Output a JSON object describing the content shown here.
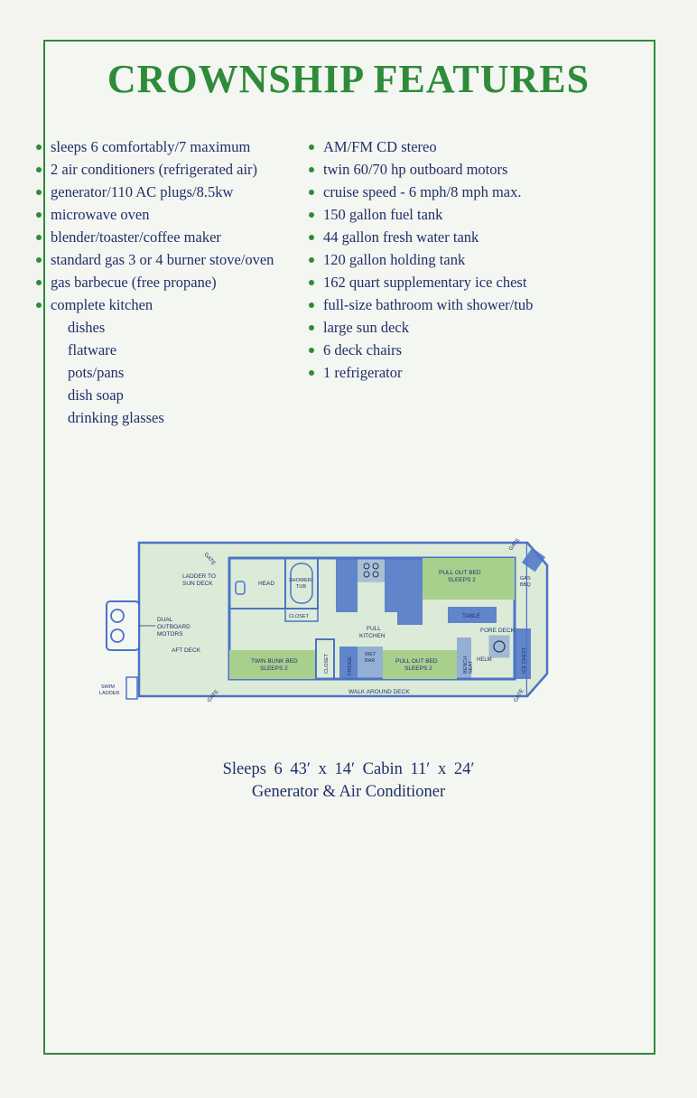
{
  "title": "CROWNSHIP FEATURES",
  "features_left": [
    {
      "text": "sleeps 6 comfortably/7 maximum",
      "bullet": true
    },
    {
      "text": "2 air conditioners (refrigerated air)",
      "bullet": true
    },
    {
      "text": "generator/110 AC plugs/8.5kw",
      "bullet": true
    },
    {
      "text": "microwave oven",
      "bullet": true
    },
    {
      "text": "blender/toaster/coffee maker",
      "bullet": true
    },
    {
      "text": "standard gas 3 or 4 burner stove/oven",
      "bullet": true
    },
    {
      "text": "gas barbecue (free propane)",
      "bullet": true
    },
    {
      "text": "complete kitchen",
      "bullet": true
    },
    {
      "text": "dishes",
      "bullet": false
    },
    {
      "text": "flatware",
      "bullet": false
    },
    {
      "text": "pots/pans",
      "bullet": false
    },
    {
      "text": "dish soap",
      "bullet": false
    },
    {
      "text": "drinking glasses",
      "bullet": false
    }
  ],
  "features_right": [
    {
      "text": "AM/FM CD stereo"
    },
    {
      "text": "twin 60/70 hp outboard motors"
    },
    {
      "text": "cruise speed - 6 mph/8 mph max."
    },
    {
      "text": "150 gallon fuel tank"
    },
    {
      "text": "44 gallon fresh water tank"
    },
    {
      "text": "120 gallon holding tank"
    },
    {
      "text": "162 quart supplementary ice chest"
    },
    {
      "text": "full-size bathroom with shower/tub"
    },
    {
      "text": "large sun deck"
    },
    {
      "text": "6 deck chairs"
    },
    {
      "text": "1 refrigerator"
    }
  ],
  "floor_plan": {
    "labels": {
      "gate_top_left": "GATE",
      "ladder_sun_deck_1": "LADDER TO",
      "ladder_sun_deck_2": "SUN DECK",
      "head": "HEAD",
      "shower_1": "SHOWER/",
      "shower_2": "TUB",
      "closet_top": "CLOSET",
      "full_kitchen_1": "FULL",
      "full_kitchen_2": "KITCHEN",
      "pull_out_top_1": "PULL OUT BED",
      "pull_out_top_2": "SLEEPS 2",
      "table": "TABLE",
      "gate_top_right": "GATE",
      "gas_bbq_1": "GAS",
      "gas_bbq_2": "BBQ",
      "dual_motors_1": "DUAL",
      "dual_motors_2": "OUTBOARD",
      "dual_motors_3": "MOTORS",
      "aft_deck": "AFT DECK",
      "fore_deck": "FORE DECK",
      "helm": "HELM",
      "ice_chest": "ICE CHEST",
      "twin_bunk_1": "TWIN BUNK BED",
      "twin_bunk_2": "SLEEPS 2",
      "closet_bottom": "CLOSET",
      "fridge": "FRIDGE",
      "wet_bar_1": "WET",
      "wet_bar_2": "BAR",
      "pull_out_bottom_1": "PULL OUT BED",
      "pull_out_bottom_2": "SLEEPS 2",
      "bench_seat_1": "BENCH",
      "bench_seat_2": "SEAT",
      "swim_ladder_1": "SWIM",
      "swim_ladder_2": "LADDER",
      "gate_bottom_left": "GATE",
      "walk_around_deck": "WALK AROUND DECK",
      "gate_bottom_right": "GATE"
    }
  },
  "caption": {
    "line1": "Sleeps 6   43′ x 14′   Cabin 11′ x 24′",
    "line2": "Generator & Air Conditioner"
  },
  "colors": {
    "title_green": "#2e8b3a",
    "text_navy": "#1f2f6b",
    "plan_blue": "#4a73c9",
    "bed_green": "#a9cf8d",
    "deck_tint": "#dcebd8"
  }
}
